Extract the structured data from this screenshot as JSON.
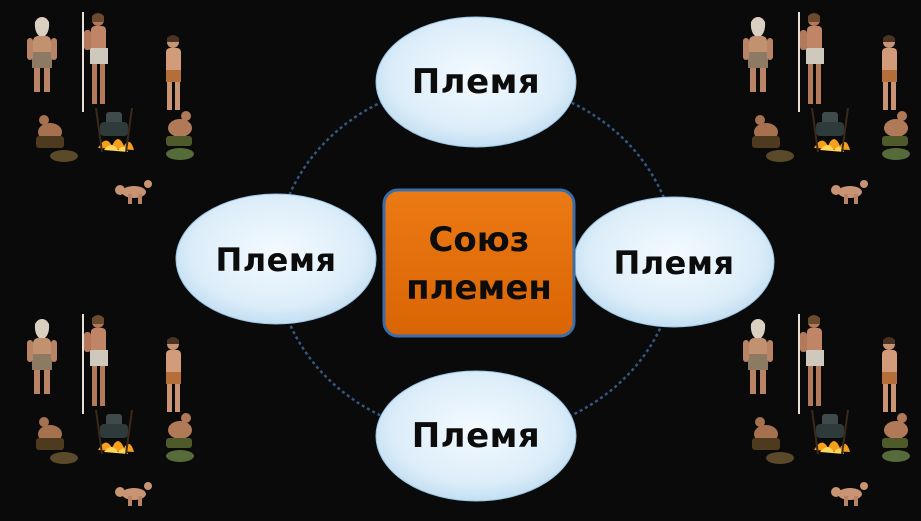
{
  "diagram": {
    "center": {
      "line1": "Союз",
      "line2": "племен"
    },
    "nodes": {
      "top": "Племя",
      "left": "Племя",
      "right": "Племя",
      "bottom": "Племя"
    }
  },
  "colors": {
    "background": "#0a0a0a",
    "center_fill": "#e36c09",
    "center_border": "#3b6ea8",
    "node_fill": "#e4f1fb",
    "node_fill_edge": "#bfdef2",
    "node_border": "#9cc6e4",
    "ring": "#34577f"
  },
  "illustration": {
    "name": "primitive-people-group"
  }
}
